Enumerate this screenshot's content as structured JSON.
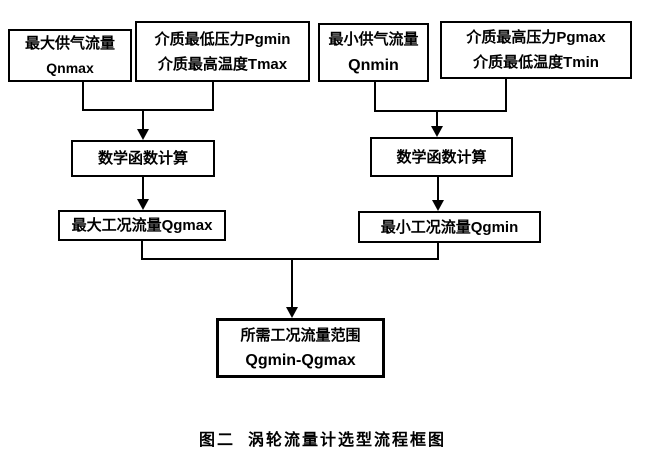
{
  "flowchart": {
    "box_qnmax": {
      "line1": "最大供气流量",
      "line2": "Qnmax"
    },
    "box_media_left": {
      "line1": "介质最低压力Pgmin",
      "line2": "介质最高温度Tmax"
    },
    "box_qnmin": {
      "line1": "最小供气流量",
      "line2": "Qnmin"
    },
    "box_media_right": {
      "line1": "介质最高压力Pgmax",
      "line2": "介质最低温度Tmin"
    },
    "box_math_left": {
      "label": "数学函数计算"
    },
    "box_math_right": {
      "label": "数学函数计算"
    },
    "box_qgmax": {
      "label": "最大工况流量Qgmax"
    },
    "box_qgmin": {
      "label": "最小工况流量Qgmin"
    },
    "box_result": {
      "line1": "所需工况流量范围",
      "line2": "Qgmin-Qgmax"
    },
    "caption": "图二  涡轮流量计选型流程框图"
  },
  "colors": {
    "line": "#000000",
    "background": "#ffffff",
    "text": "#000000"
  }
}
